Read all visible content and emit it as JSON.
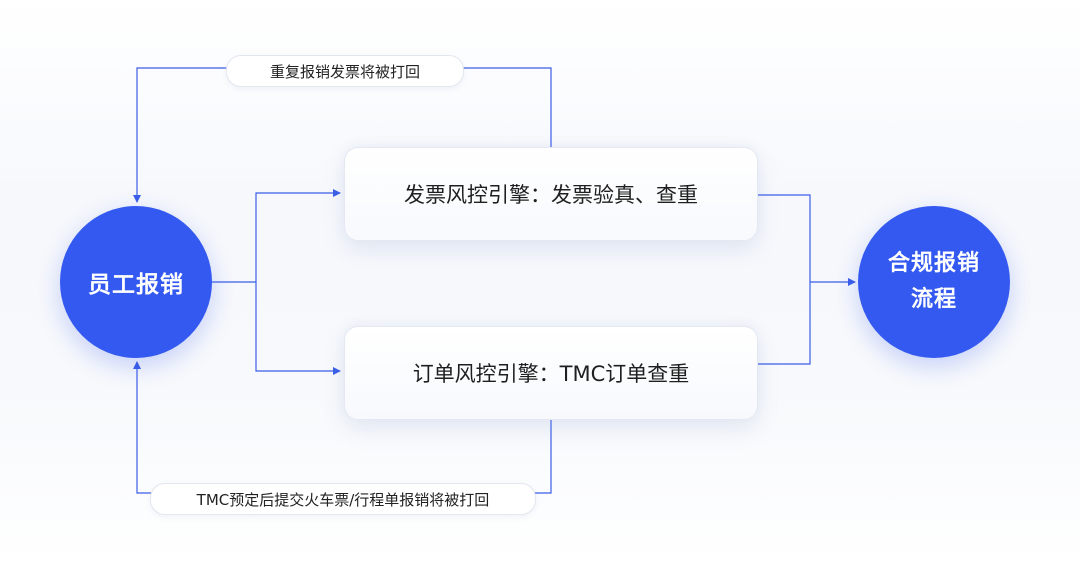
{
  "nodes": {
    "employee": "员工报销",
    "compliant": "合规报销流程"
  },
  "engines": {
    "invoice": "发票风控引擎：发票验真、查重",
    "order": "订单风控引擎：TMC订单查重"
  },
  "feedback": {
    "top": "重复报销发票将被打回",
    "bottom": "TMC预定后提交火车票/行程单报销将被打回"
  },
  "colors": {
    "primary": "#3459f0",
    "line": "#3b5ee8",
    "box_border": "#e3e8f3"
  }
}
